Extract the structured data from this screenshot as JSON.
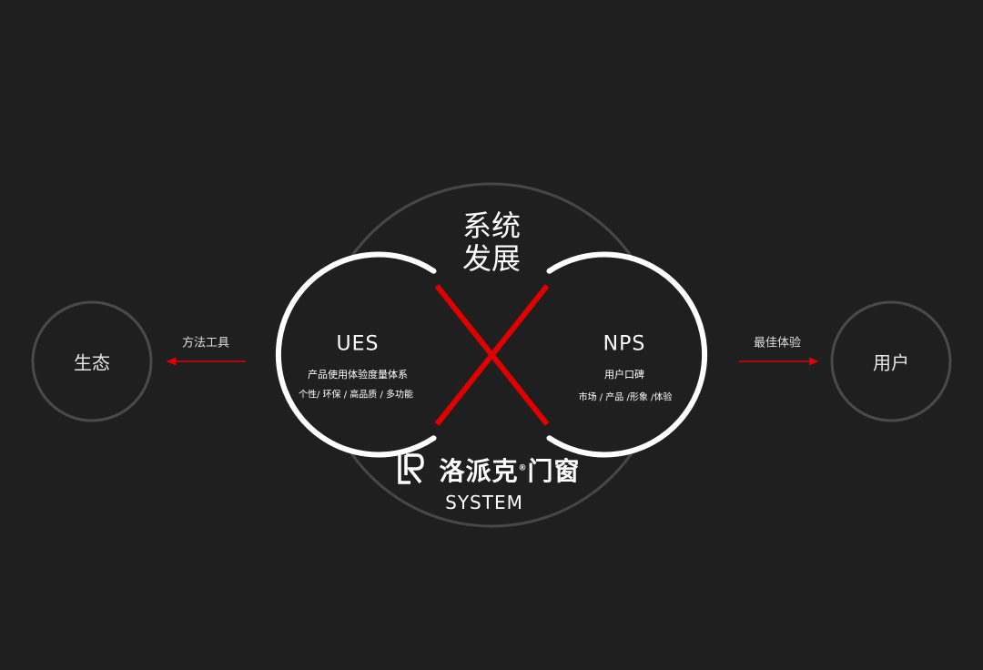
{
  "colors": {
    "background": "#1f1f1f",
    "ring": "#ffffff",
    "outer_ring": "#474747",
    "accent": "#e00000",
    "side_ring": "#4a4a4a"
  },
  "center": {
    "title_line1": "系统",
    "title_line2": "发展"
  },
  "ues": {
    "title": "UES",
    "subtitle": "产品使用体验度量体系",
    "details": "个性/ 环保 / 高品质 / 多功能"
  },
  "nps": {
    "title": "NPS",
    "subtitle": "用户口碑",
    "details": "市场 / 产品 /形象 /体验"
  },
  "left_node": {
    "label": "生态"
  },
  "right_node": {
    "label": "用户"
  },
  "left_arrow": {
    "label": "方法工具"
  },
  "right_arrow": {
    "label": "最佳体验"
  },
  "brand": {
    "logo_icon": "lpk-logo-icon",
    "name": "洛派克",
    "mark": "®",
    "suffix": "门窗",
    "sub": "SYSTEM"
  }
}
